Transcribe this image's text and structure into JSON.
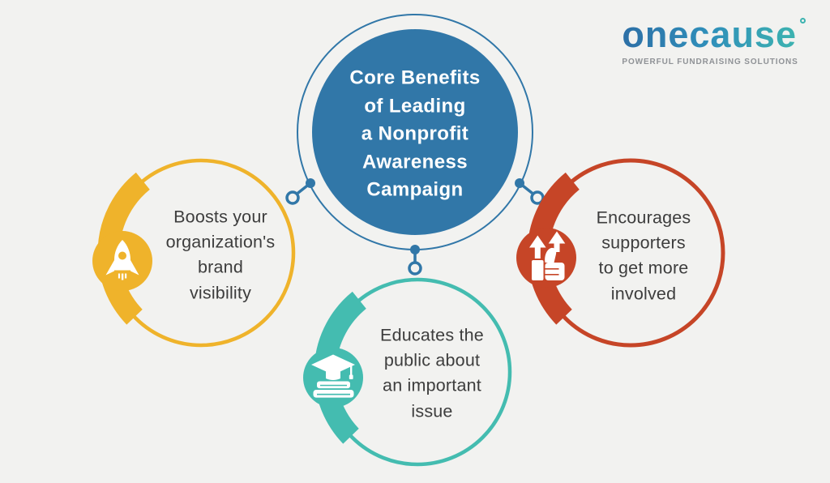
{
  "colors": {
    "background": "#f2f2f0",
    "center_blue": "#3177a8",
    "yellow": "#efb32b",
    "teal": "#44bcb0",
    "red": "#c64527",
    "body_text": "#3d3d3d",
    "center_text": "#ffffff",
    "logo_blue": "#2d6fa6",
    "logo_mid": "#2f8fba",
    "logo_teal": "#3db3b0",
    "tagline_gray": "#8f9296",
    "icon_white": "#ffffff"
  },
  "logo": {
    "brand_part1": "one",
    "brand_part2": "cause",
    "tagline": "POWERFUL FUNDRAISING SOLUTIONS"
  },
  "center": {
    "title": "Core Benefits\nof Leading\na Nonprofit\nAwareness\nCampaign"
  },
  "benefits": [
    {
      "id": "brand-visibility",
      "icon": "rocket-icon",
      "label": "Boosts your\norganization's\nbrand\nvisibility"
    },
    {
      "id": "educate-public",
      "icon": "graduation-cap-books-icon",
      "label": "Educates the\npublic about\nan important\nissue"
    },
    {
      "id": "supporter-involvement",
      "icon": "thumbs-up-arrows-icon",
      "label": "Encourages\nsupporters\nto get more\ninvolved"
    }
  ]
}
